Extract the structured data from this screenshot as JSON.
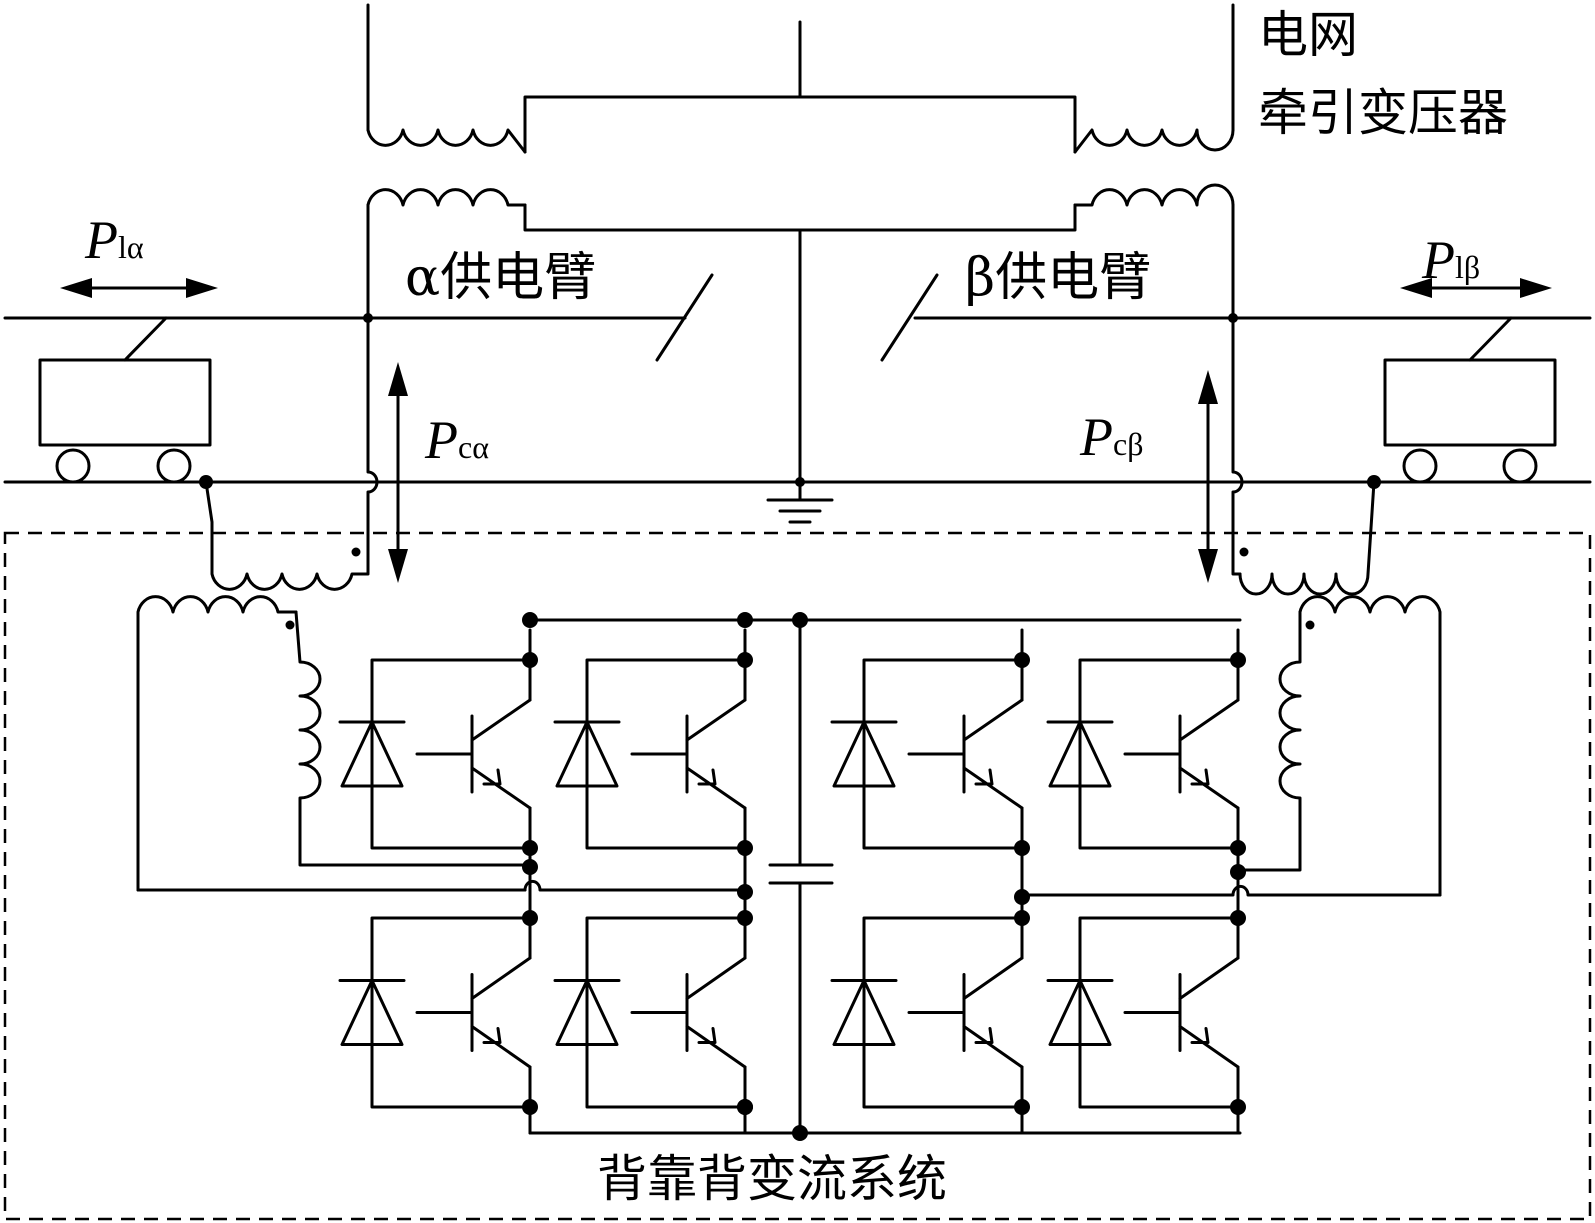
{
  "labels": {
    "grid": "电网",
    "transformer": "牵引变压器",
    "alpha_arm": "α供电臂",
    "beta_arm": "β供电臂",
    "converter": "背靠背变流系统"
  },
  "power": {
    "p_load_alpha": {
      "main": "P",
      "sub": "lα"
    },
    "p_load_beta": {
      "main": "P",
      "sub": "lβ"
    },
    "p_conv_alpha": {
      "main": "P",
      "sub": "cα"
    },
    "p_conv_beta": {
      "main": "P",
      "sub": "cβ"
    }
  }
}
